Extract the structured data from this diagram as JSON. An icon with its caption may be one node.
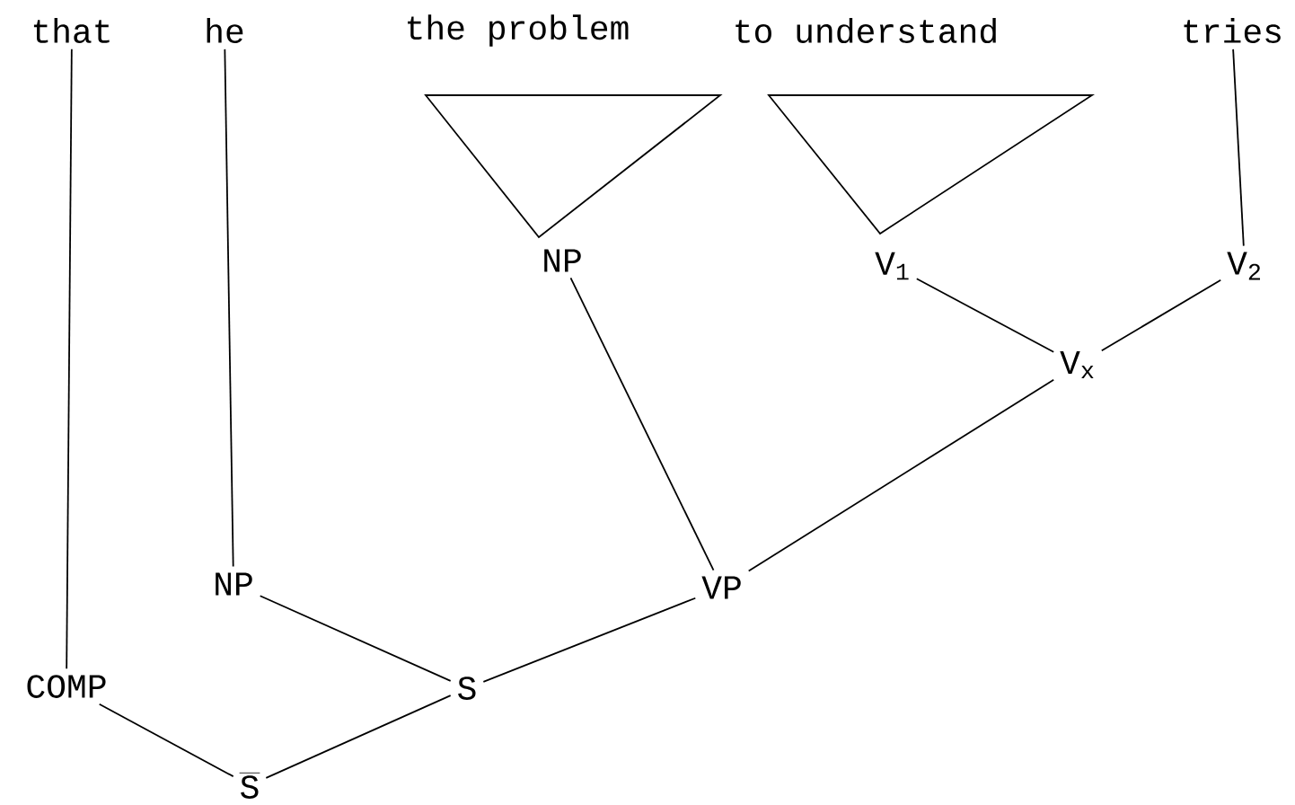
{
  "diagram": {
    "nodes": [
      {
        "text": [
          "that"
        ]
      },
      {
        "text": [
          "he"
        ]
      },
      {
        "text": [
          "the problem"
        ]
      },
      {
        "text": [
          "to understand"
        ]
      },
      {
        "text": [
          "tries"
        ]
      },
      {
        "text": [
          "NP"
        ]
      },
      {
        "text": [
          "V$_{1}$"
        ]
      },
      {
        "text": [
          "V$_{2}$"
        ]
      },
      {
        "text": [
          "V$_{x}$"
        ]
      },
      {
        "text": [
          "NP"
        ]
      },
      {
        "text": [
          "VP"
        ]
      },
      {
        "text": [
          "COMP"
        ]
      },
      {
        "text": [
          "S"
        ]
      },
      {
        "text": [
          "S"
        ]
      }
    ],
    "edges": [
      {
        "from": 0,
        "to": 11,
        "arrow": "none"
      },
      {
        "from": 1,
        "to": 9,
        "arrow": "none"
      },
      {
        "from": 4,
        "to": 7,
        "arrow": "none"
      },
      {
        "from": 5,
        "to": 10,
        "arrow": "none"
      },
      {
        "from": 6,
        "to": 8,
        "arrow": "none"
      },
      {
        "from": 7,
        "to": 8,
        "arrow": "none"
      },
      {
        "from": 8,
        "to": 10,
        "arrow": "none"
      },
      {
        "from": 9,
        "to": 12,
        "arrow": "none"
      },
      {
        "from": 10,
        "to": 12,
        "arrow": "none"
      },
      {
        "from": 11,
        "to": 13,
        "arrow": "none"
      },
      {
        "from": 12,
        "to": 13,
        "arrow": "none"
      }
    ]
  }
}
